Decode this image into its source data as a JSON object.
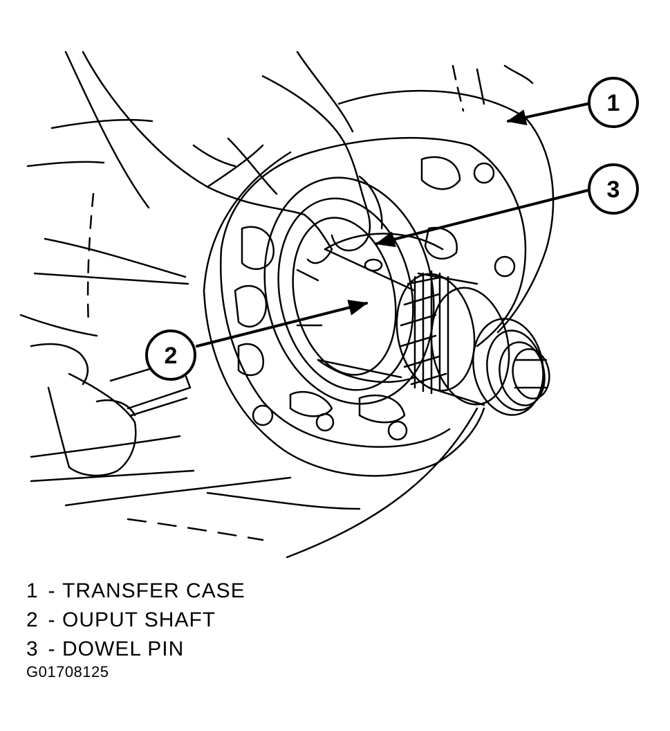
{
  "callouts": [
    {
      "number": "1",
      "label": "TRANSFER CASE"
    },
    {
      "number": "2",
      "label": "OUPUT SHAFT"
    },
    {
      "number": "3",
      "label": "DOWEL PIN"
    }
  ],
  "legend_separator": "-",
  "figure_id": "G01708125",
  "colors": {
    "ink": "#000000",
    "paper": "#ffffff"
  }
}
